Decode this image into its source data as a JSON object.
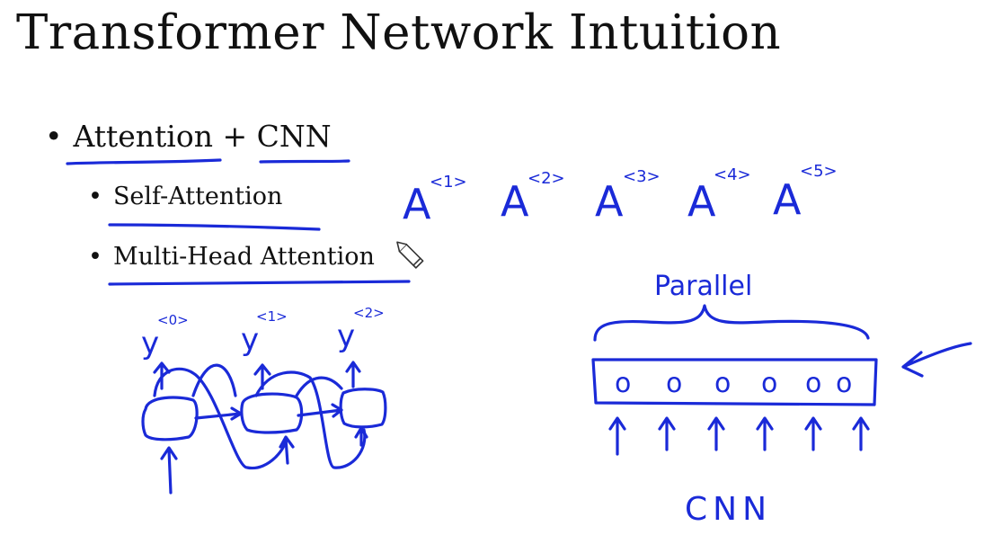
{
  "slide": {
    "title": "Transformer Network Intuition",
    "bullets": [
      {
        "text": "Attention",
        "joiner": "+",
        "text2": "CNN"
      },
      {
        "text": "Self-Attention"
      },
      {
        "text": "Multi-Head Attention"
      }
    ]
  },
  "annotations": {
    "a_labels": [
      "A",
      "A",
      "A",
      "A",
      "A"
    ],
    "a_superscripts": [
      "<1>",
      "<2>",
      "<3>",
      "<4>",
      "<5>"
    ],
    "y_labels": [
      "y",
      "y",
      "y"
    ],
    "y_superscripts": [
      "<0>",
      "<1>",
      "<2>"
    ],
    "parallel_label": "Parallel",
    "cnn_label": "CNN",
    "cnn_cells": [
      "o",
      "o",
      "o",
      "o",
      "o",
      "o"
    ]
  },
  "colors": {
    "ink": "#1a2ad8",
    "text": "#111111",
    "background": "#ffffff"
  }
}
